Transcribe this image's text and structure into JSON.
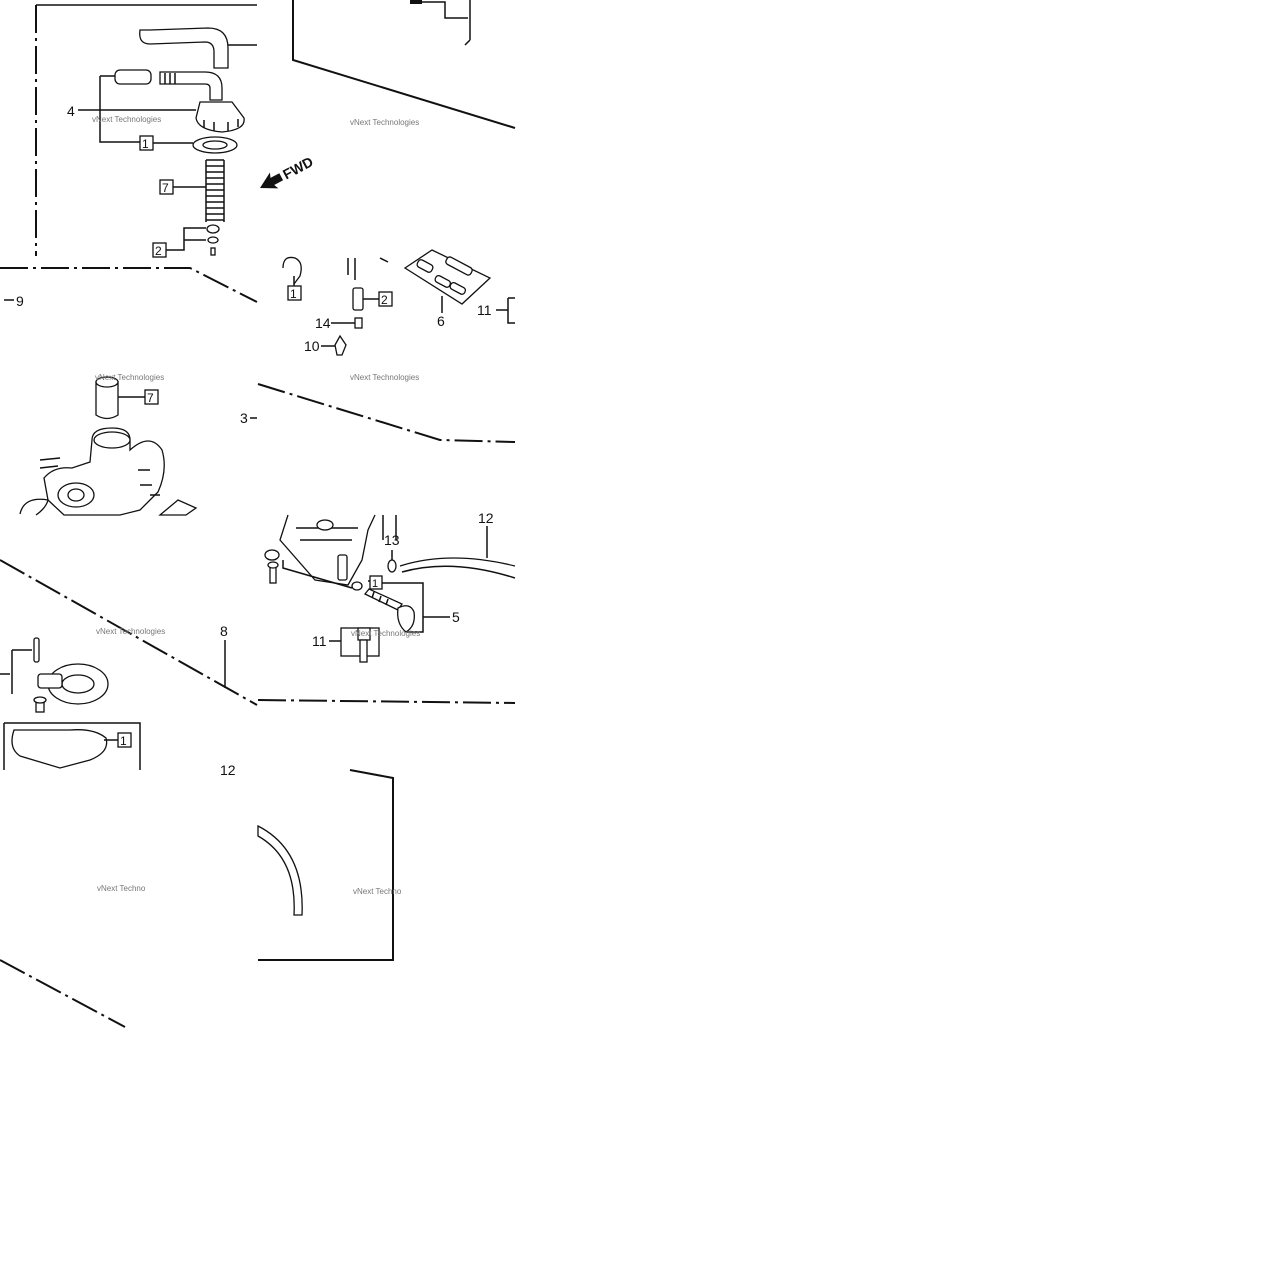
{
  "watermark": "vNext Technologies",
  "watermark_cut": "vNext Techno",
  "fwd_label": "FWD",
  "callouts": {
    "c4": "4",
    "c6": "6",
    "c9": "9",
    "c10": "10",
    "c14": "14",
    "c11a": "11",
    "c11b": "11",
    "c3": "3",
    "c8": "8",
    "c12a": "12",
    "c12b": "12",
    "c13": "13",
    "c5": "5"
  },
  "boxed": {
    "b1a": "1",
    "b7a": "7",
    "b2a": "2",
    "b1b": "1",
    "b2b": "2",
    "b7b": "7",
    "b1c": "1",
    "b1d": "1"
  }
}
